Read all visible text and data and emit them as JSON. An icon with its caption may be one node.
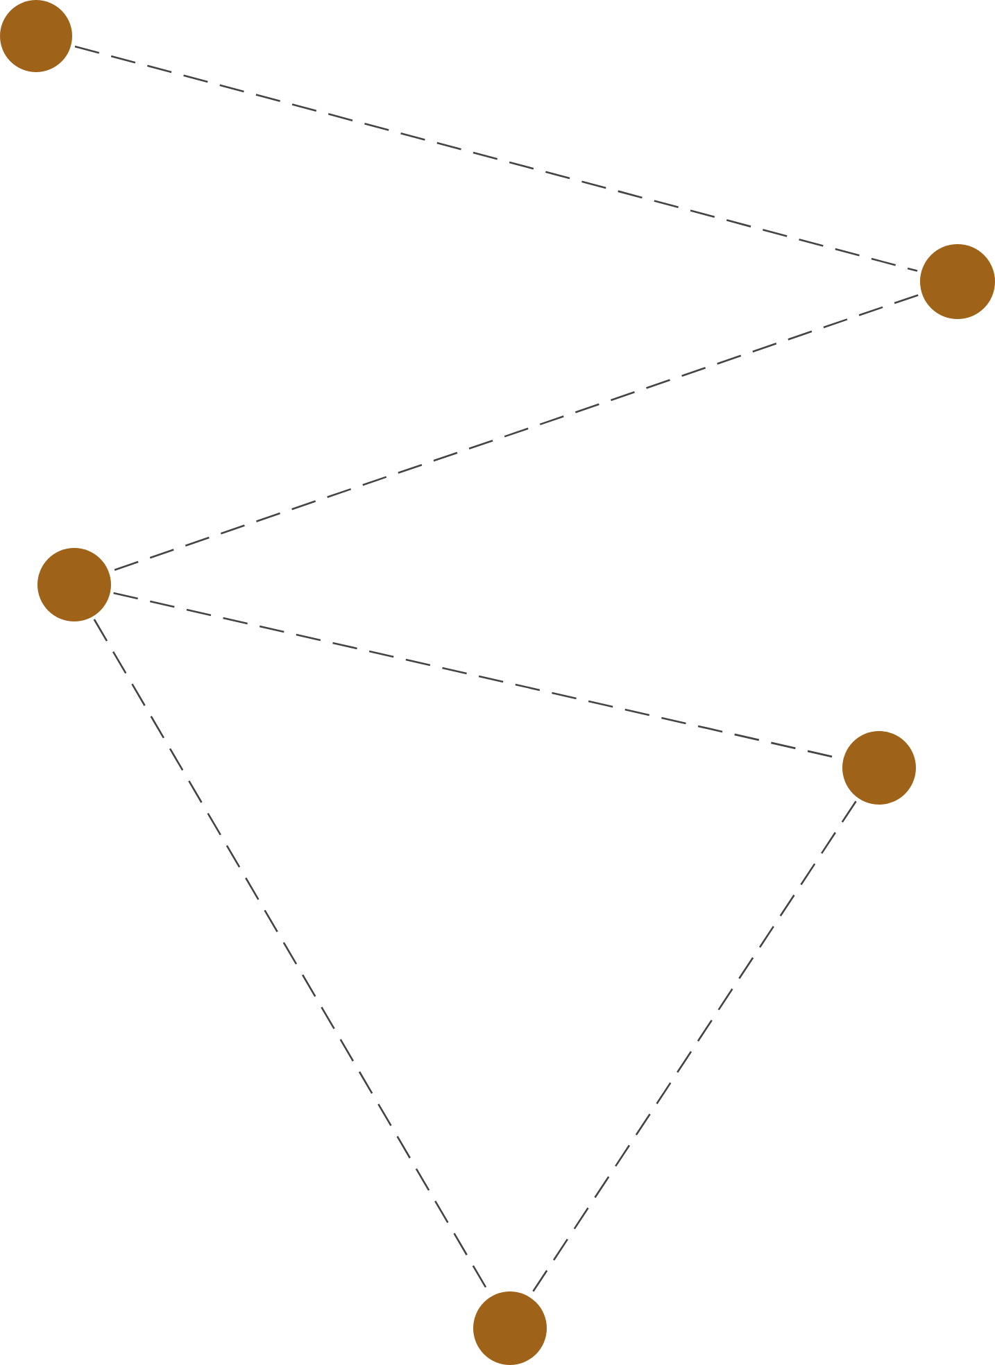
{
  "diagram": {
    "nodes": [
      {
        "text": [],
        "shape": "circle"
      },
      {
        "text": [],
        "shape": "circle"
      },
      {
        "text": [],
        "shape": "circle"
      },
      {
        "text": [],
        "shape": "circle"
      },
      {
        "text": [],
        "shape": "circle"
      }
    ],
    "edges": [
      {
        "from": 0,
        "to": 1,
        "arrow": "none",
        "style": "dashed"
      },
      {
        "from": 1,
        "to": 2,
        "arrow": "none",
        "style": "dashed"
      },
      {
        "from": 2,
        "to": 3,
        "arrow": "none",
        "style": "dashed"
      },
      {
        "from": 2,
        "to": 4,
        "arrow": "none",
        "style": "dashed"
      },
      {
        "from": 3,
        "to": 4,
        "arrow": "none",
        "style": "dashed"
      }
    ]
  }
}
